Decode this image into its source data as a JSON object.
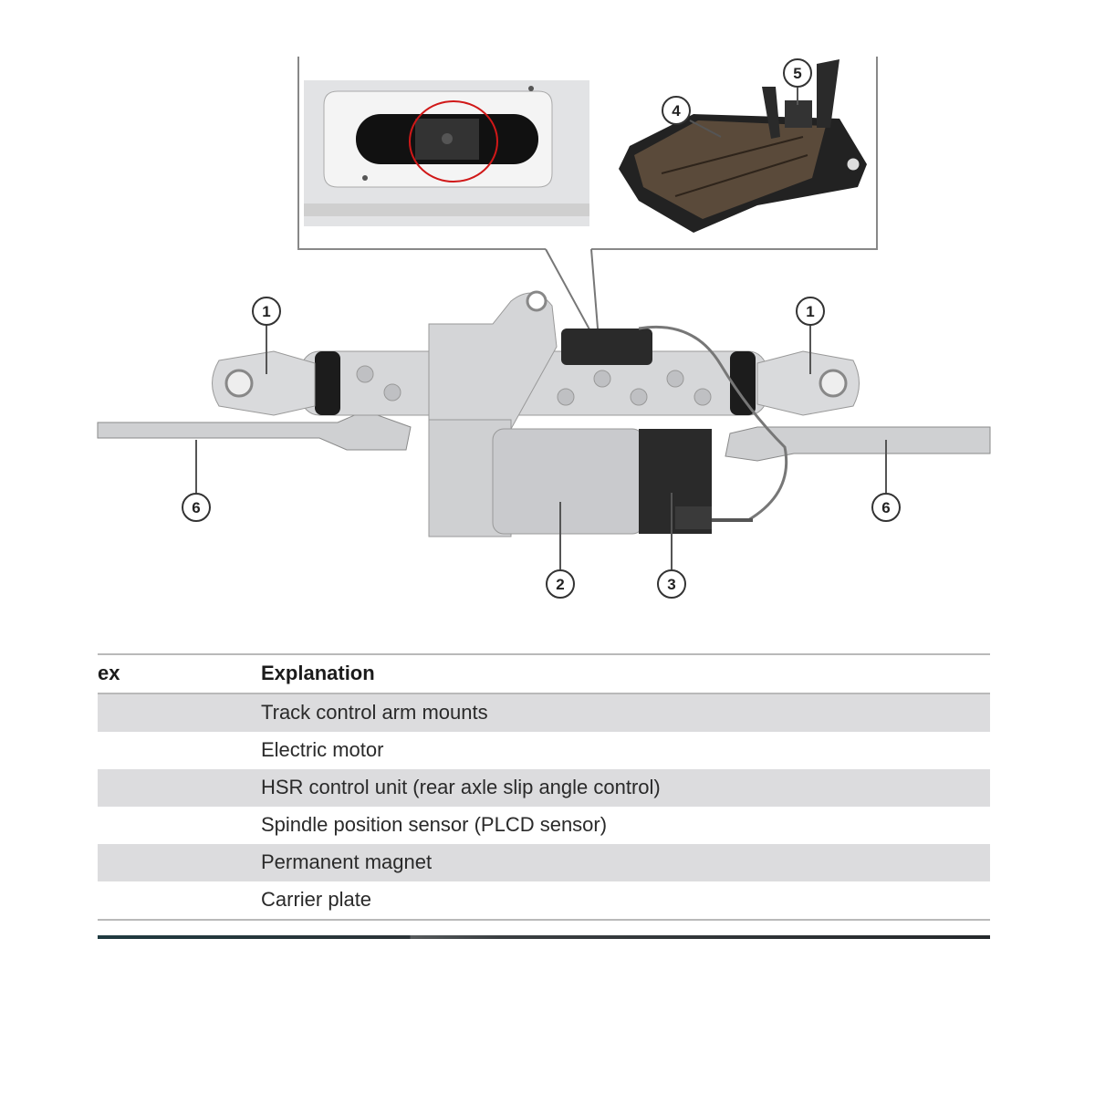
{
  "diagram": {
    "callouts": [
      {
        "id": "1a",
        "label": "1"
      },
      {
        "id": "1b",
        "label": "1"
      },
      {
        "id": "2",
        "label": "2"
      },
      {
        "id": "3",
        "label": "3"
      },
      {
        "id": "4",
        "label": "4"
      },
      {
        "id": "5",
        "label": "5"
      },
      {
        "id": "6a",
        "label": "6"
      },
      {
        "id": "6b",
        "label": "6"
      }
    ],
    "colors": {
      "metal": "#d2d3d5",
      "dark": "#2b2b2b",
      "brown": "#5a4a3a",
      "circle_marker": "#d01818"
    }
  },
  "table": {
    "headers": {
      "index": "ex",
      "explanation": "Explanation"
    },
    "rows": [
      {
        "explanation": "Track control arm mounts"
      },
      {
        "explanation": "Electric motor"
      },
      {
        "explanation": "HSR control unit (rear axle slip angle control)"
      },
      {
        "explanation": "Spindle position sensor (PLCD sensor)"
      },
      {
        "explanation": "Permanent magnet"
      },
      {
        "explanation": "Carrier plate"
      }
    ]
  }
}
